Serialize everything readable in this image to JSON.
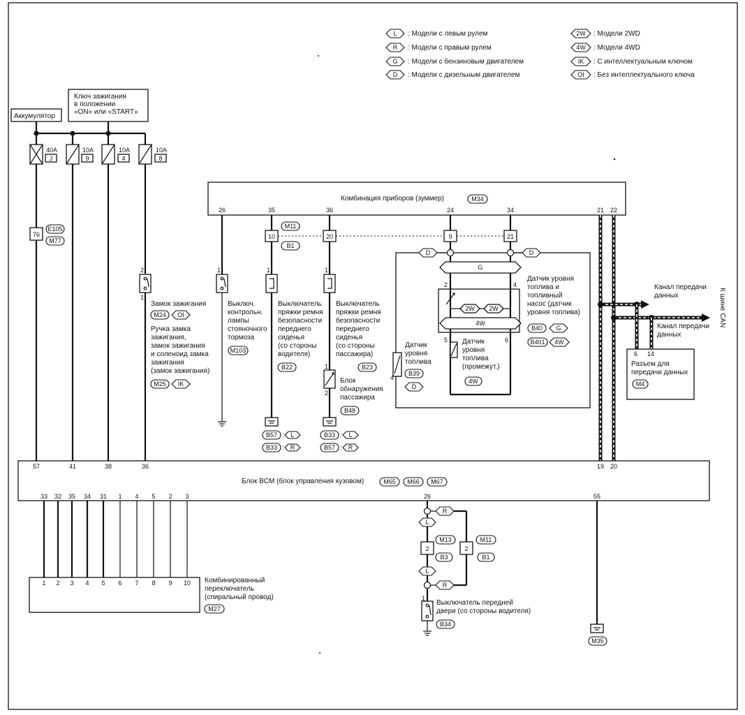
{
  "legend": [
    {
      "code": "L",
      "text": ": Модели с левым рулем"
    },
    {
      "code": "R",
      "text": ": Модели с правым рулем"
    },
    {
      "code": "G",
      "text": ": Модели с бензиновым двигателем"
    },
    {
      "code": "D",
      "text": ": Модели с дизельным двигателем"
    },
    {
      "code": "2W",
      "text": ": Модели 2WD"
    },
    {
      "code": "4W",
      "text": ": Модели 4WD"
    },
    {
      "code": "IK",
      "text": ": С интеллектуальным ключом"
    },
    {
      "code": "OI",
      "text": ": Без интеллектуального ключа"
    }
  ],
  "battery": "Аккумулятор",
  "ignition_key": [
    "Ключ зажигания",
    "в положении",
    "«ON» или «START»"
  ],
  "fuses": [
    {
      "a": "40A",
      "n": "J"
    },
    {
      "a": "10A",
      "n": "9"
    },
    {
      "a": "10A",
      "n": "4"
    },
    {
      "a": "10A",
      "n": "8"
    }
  ],
  "harness_mid": {
    "pin": "76",
    "c1": "E105",
    "c2": "M77"
  },
  "cluster": {
    "title": "Комбинация приборов (зуммер)",
    "conn": "M34",
    "pins": [
      "26",
      "35",
      "36",
      "24",
      "34",
      "21",
      "22"
    ]
  },
  "mid_conn": {
    "c1": "M11",
    "c2": "B1",
    "pins": [
      "10",
      "20",
      "9",
      "21"
    ]
  },
  "ign_switch": {
    "label": "Замок зажигания",
    "conn": "M24",
    "tag": "OI",
    "lines": [
      "Ручка замка",
      "зажигания,",
      "замок зажигания",
      "и соленоид замка",
      "зажигания",
      "(замок зажигания)"
    ],
    "conn2": "M25",
    "tag2": "IK",
    "pin_top": "2",
    "pin_bot": "1"
  },
  "parking": {
    "lines": [
      "Выключ.",
      "контрольн.",
      "лампы",
      "стояночного",
      "тормоза"
    ],
    "conn": "M103",
    "pin": "1"
  },
  "belt_driver": {
    "lines": [
      "Выключатель",
      "пряжки ремня",
      "безопасности",
      "переднего",
      "сиденья",
      "(со стороны",
      "водителя)"
    ],
    "conn": "B22",
    "pin": "1"
  },
  "belt_pass": {
    "lines": [
      "Выключатель",
      "пряжки ремня",
      "безопасности",
      "переднего",
      "сиденья",
      "(со стороны",
      "пассажира)"
    ],
    "conn": "B23",
    "pin": "1"
  },
  "occupant": {
    "lines": [
      "Блок",
      "обнаружения",
      "пассажира"
    ],
    "conn": "B48",
    "pin_top": "1",
    "pin_bot": "2"
  },
  "grounds": {
    "g1a": "B57",
    "g1b": "B33",
    "g2a": "B33",
    "g2b": "B57",
    "tL": "L",
    "tR": "R"
  },
  "fuel": {
    "G": "G",
    "D": "D",
    "w2": "2W",
    "w4": "4W",
    "pins": [
      "2",
      "4",
      "5",
      "6"
    ],
    "main_lines": [
      "Датчик уровня",
      "топлива и",
      "топливный",
      "насос (датчик",
      "уровня топлива)"
    ],
    "main_c1": "B40",
    "main_c2": "B401",
    "level_lines": [
      "Датчик",
      "уровня",
      "топлива"
    ],
    "level_conn": "B39",
    "level_pin": "4",
    "sub_lines": [
      "Датчик",
      "уровня",
      "топлива",
      "(промежут.)"
    ]
  },
  "can": {
    "ch1": [
      "Канал передачи",
      "данных"
    ],
    "ch2": [
      "Канал передачи",
      "данных"
    ],
    "bus": "К шине CAN",
    "pins": [
      "6",
      "14"
    ],
    "dlc_lines": [
      "Разъем для",
      "передачи данных"
    ],
    "dlc_conn": "M4",
    "bcm_pins": [
      "19",
      "20"
    ]
  },
  "bcm": {
    "title": "Блок BCM (блок управления кузовом)",
    "c1": "M65",
    "c2": "M66",
    "c3": "M67",
    "top_pins": [
      "57",
      "41",
      "38",
      "36"
    ],
    "bot_pins": [
      "33",
      "32",
      "35",
      "34",
      "31",
      "1",
      "4",
      "5",
      "2",
      "3"
    ],
    "pin26": "26",
    "pin55": "55"
  },
  "combo": {
    "pins": [
      "1",
      "2",
      "3",
      "4",
      "5",
      "6",
      "7",
      "8",
      "9",
      "10"
    ],
    "lines": [
      "Комбинированный",
      "переключатель",
      "(спиральный провод)"
    ],
    "conn": "M27"
  },
  "door": {
    "lines": [
      "Выключатель передней",
      "двери (со стороны водителя)"
    ],
    "conn": "B34",
    "c_m13": "M13",
    "c_b3": "B3",
    "c_m11": "M11",
    "c_b1": "B1",
    "pin": "2",
    "pin1": "1"
  },
  "ground_m35": "M35"
}
